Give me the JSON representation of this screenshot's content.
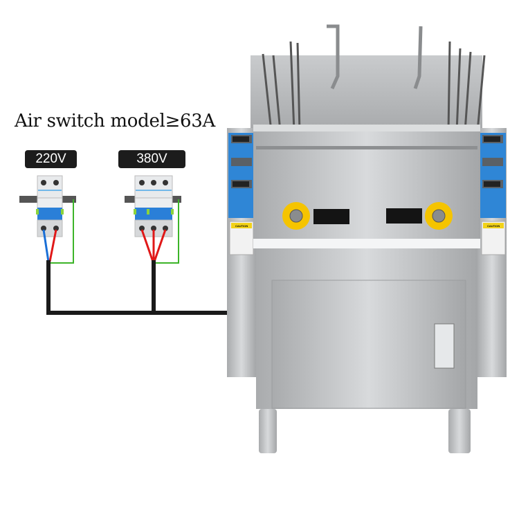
{
  "title": "Air switch model≥63A",
  "breakers": [
    {
      "voltage": "220V",
      "poles": 2
    },
    {
      "voltage": "380V",
      "poles": 3
    }
  ],
  "machine": {
    "caution_label": "CAUTION"
  },
  "colors": {
    "wire_live": "#e01818",
    "wire_neutral": "#1a6fd6",
    "wire_ground": "#3cb428",
    "cable": "#1a1a1a",
    "breaker_lever": "#2a7fd8",
    "control_panel": "#2f86d6",
    "power_switch": "#f5c400",
    "steel": "#c4c6c8"
  }
}
